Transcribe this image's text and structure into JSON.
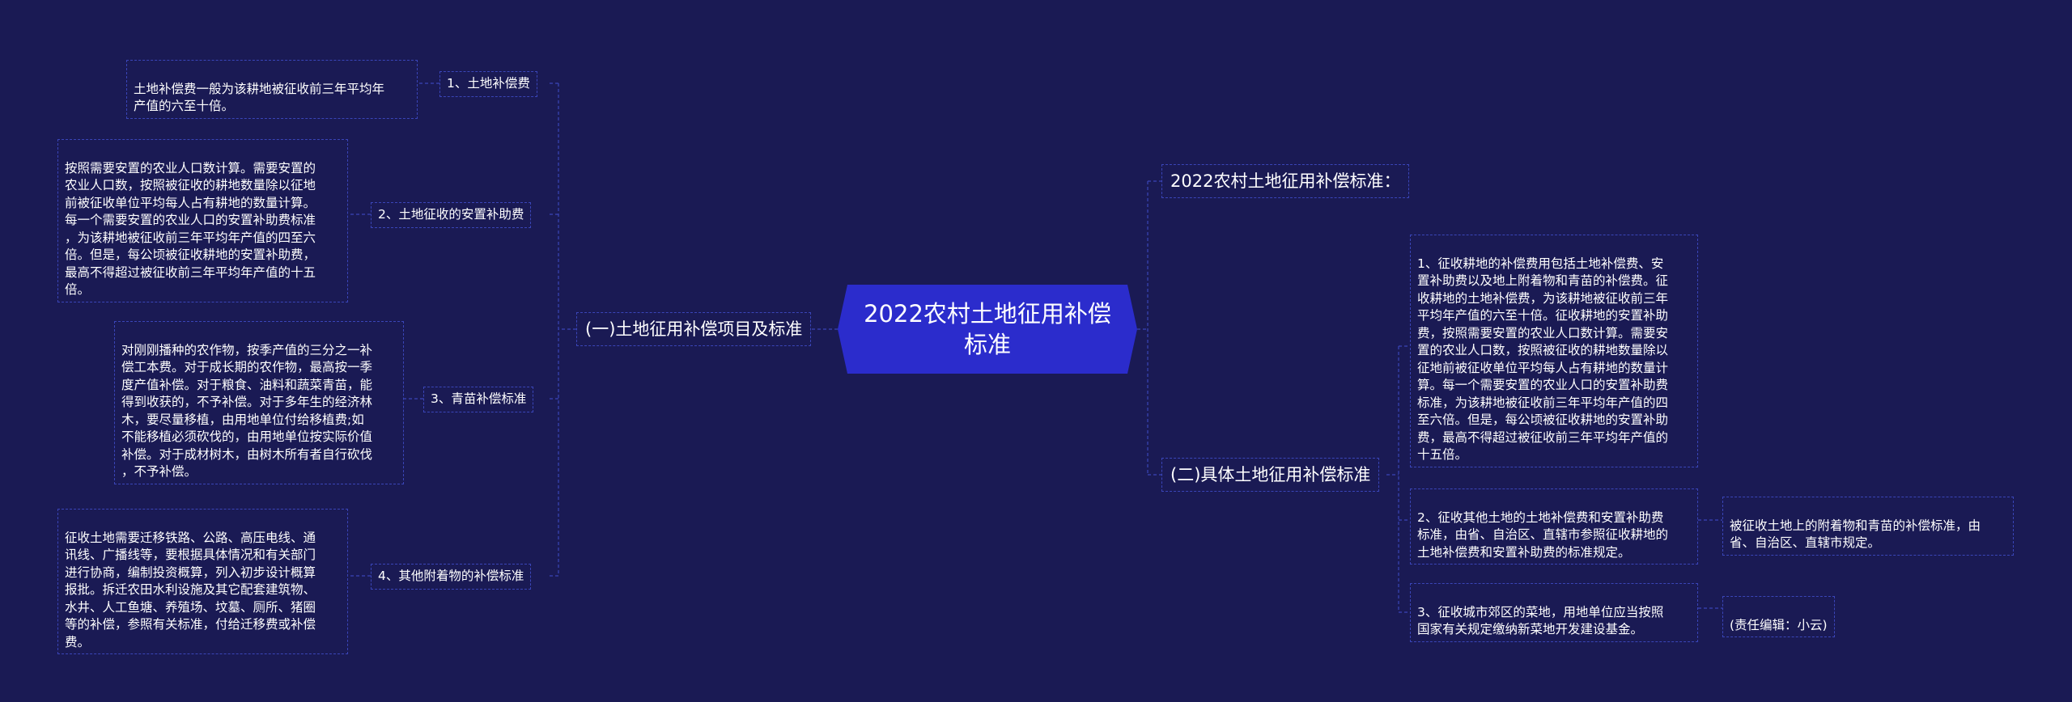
{
  "root": {
    "title": "2022农村土地征用补偿标准"
  },
  "left": {
    "branch": "(一)土地征用补偿项目及标准",
    "items": [
      {
        "label": "1、土地补偿费",
        "detail": "土地补偿费一般为该耕地被征收前三年平均年\n产值的六至十倍。"
      },
      {
        "label": "2、土地征收的安置补助费",
        "detail": "按照需要安置的农业人口数计算。需要安置的\n农业人口数，按照被征收的耕地数量除以征地\n前被征收单位平均每人占有耕地的数量计算。\n每一个需要安置的农业人口的安置补助费标准\n，为该耕地被征收前三年平均年产值的四至六\n倍。但是，每公顷被征收耕地的安置补助费，\n最高不得超过被征收前三年平均年产值的十五\n倍。"
      },
      {
        "label": "3、青苗补偿标准",
        "detail": "对刚刚播种的农作物，按季产值的三分之一补\n偿工本费。对于成长期的农作物，最高按一季\n度产值补偿。对于粮食、油料和蔬菜青苗，能\n得到收获的，不予补偿。对于多年生的经济林\n木，要尽量移植，由用地单位付给移植费;如\n不能移植必须砍伐的，由用地单位按实际价值\n补偿。对于成材树木，由树木所有者自行砍伐\n，不予补偿。"
      },
      {
        "label": "4、其他附着物的补偿标准",
        "detail": "征收土地需要迁移铁路、公路、高压电线、通\n讯线、广播线等，要根据具体情况和有关部门\n进行协商，编制投资概算，列入初步设计概算\n报批。拆迁农田水利设施及其它配套建筑物、\n水井、人工鱼塘、养殖场、坟墓、厕所、猪圈\n等的补偿，参照有关标准，付给迁移费或补偿\n费。"
      }
    ]
  },
  "right": {
    "branch1": "2022农村土地征用补偿标准：",
    "branch2": "(二)具体土地征用补偿标准",
    "items": [
      {
        "text": "1、征收耕地的补偿费用包括土地补偿费、安\n置补助费以及地上附着物和青苗的补偿费。征\n收耕地的土地补偿费，为该耕地被征收前三年\n平均年产值的六至十倍。征收耕地的安置补助\n费，按照需要安置的农业人口数计算。需要安\n置的农业人口数，按照被征收的耕地数量除以\n征地前被征收单位平均每人占有耕地的数量计\n算。每一个需要安置的农业人口的安置补助费\n标准，为该耕地被征收前三年平均年产值的四\n至六倍。但是，每公顷被征收耕地的安置补助\n费，最高不得超过被征收前三年平均年产值的\n十五倍。"
      },
      {
        "text": "2、征收其他土地的土地补偿费和安置补助费\n标准，由省、自治区、直辖市参照征收耕地的\n土地补偿费和安置补助费的标准规定。",
        "note": "被征收土地上的附着物和青苗的补偿标准，由\n省、自治区、直辖市规定。"
      },
      {
        "text": "3、征收城市郊区的菜地，用地单位应当按照\n国家有关规定缴纳新菜地开发建设基金。",
        "note": "(责任编辑：小云)"
      }
    ]
  },
  "colors": {
    "background": "#1a1a54",
    "root_fill": "#2b2ccc",
    "border": "#3a45b8",
    "line": "#3a45b8"
  }
}
